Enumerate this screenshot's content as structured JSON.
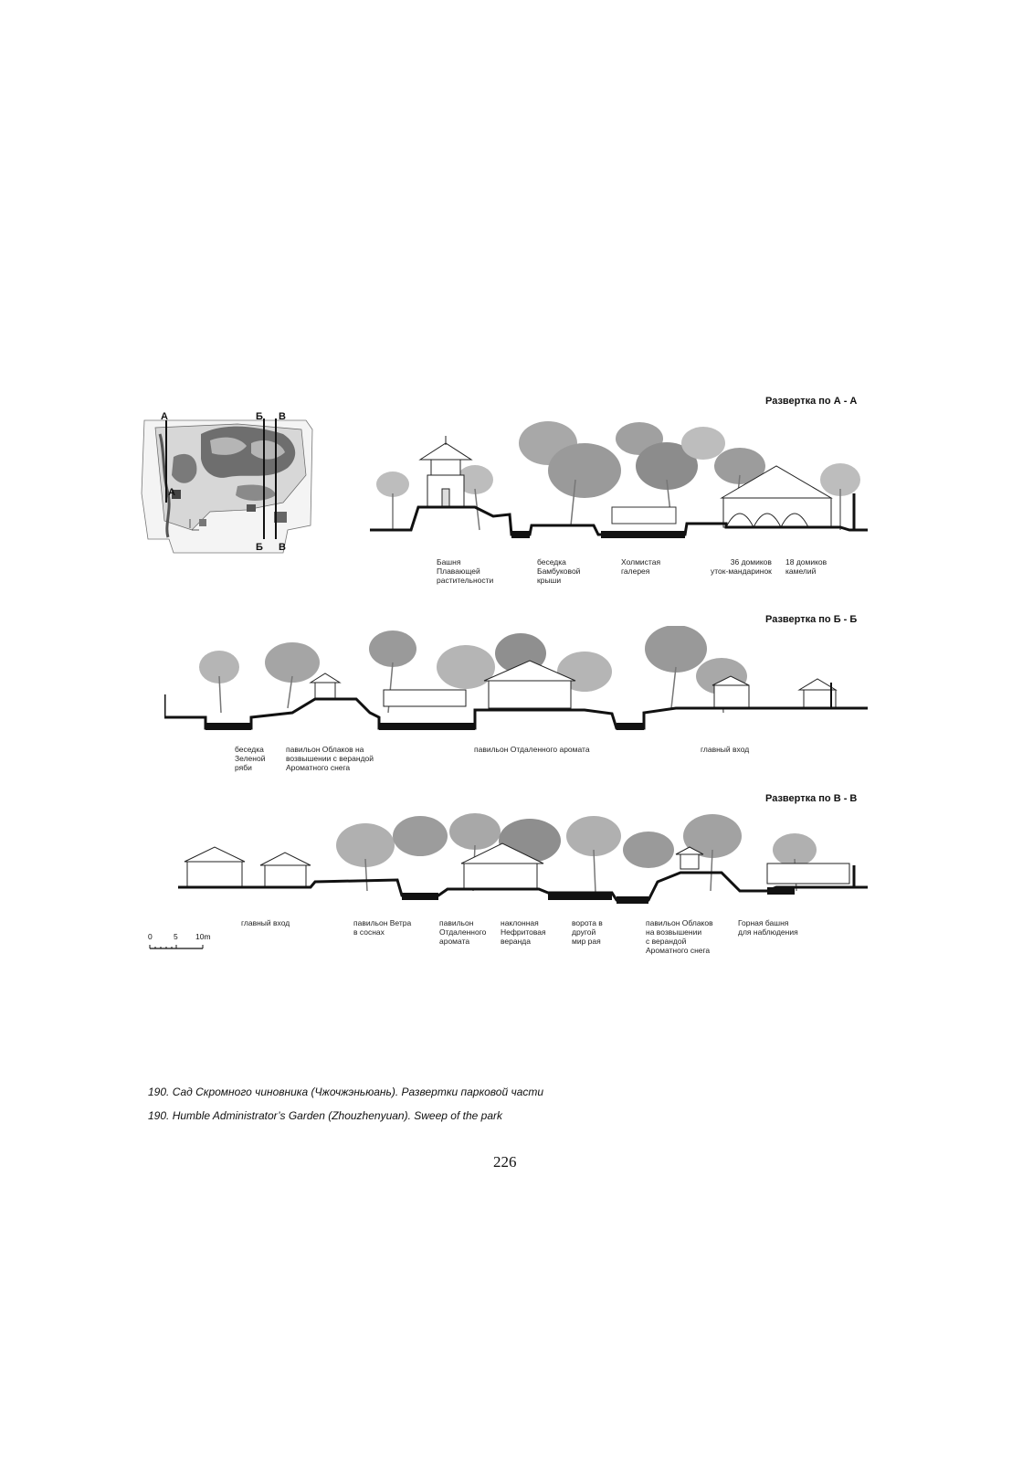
{
  "plan": {
    "cut_labels": {
      "a": "А",
      "b": "Б",
      "v": "В"
    }
  },
  "sections": [
    {
      "title": "Развертка по А - А",
      "labels": [
        "Башня\nПлавающей\nрастительности",
        "беседка\nБамбуковой\nкрыши",
        "Холмистая\nгалерея",
        "36 домиков\nуток-мандаринок",
        "18 домиков\nкамелий"
      ]
    },
    {
      "title": "Развертка по Б - Б",
      "labels": [
        "беседка\nЗеленой\nряби",
        "павильон Облаков на\nвозвышении с верандой\nАроматного снега",
        "павильон Отдаленного аромата",
        "главный вход"
      ]
    },
    {
      "title": "Развертка по В - В",
      "labels": [
        "главный вход",
        "павильон Ветра\nв соснах",
        "павильон\nОтдаленного\nаромата",
        "наклонная\nНефритовая\nверанда",
        "ворота в\nдругой\nмир рая",
        "павильон Облаков\nна возвышении\nс верандой\nАроматного снега",
        "Горная башня\nдля наблюдения"
      ]
    }
  ],
  "scale": {
    "t0": "0",
    "t5": "5",
    "t10": "10m"
  },
  "caption_ru": "190. Сад Скромного чиновника (Чжочжэньюань). Развертки парковой части",
  "caption_en": "190. Humble Administrator’s Garden (Zhouzhenyuan). Sweep of the park",
  "page_number": "226"
}
